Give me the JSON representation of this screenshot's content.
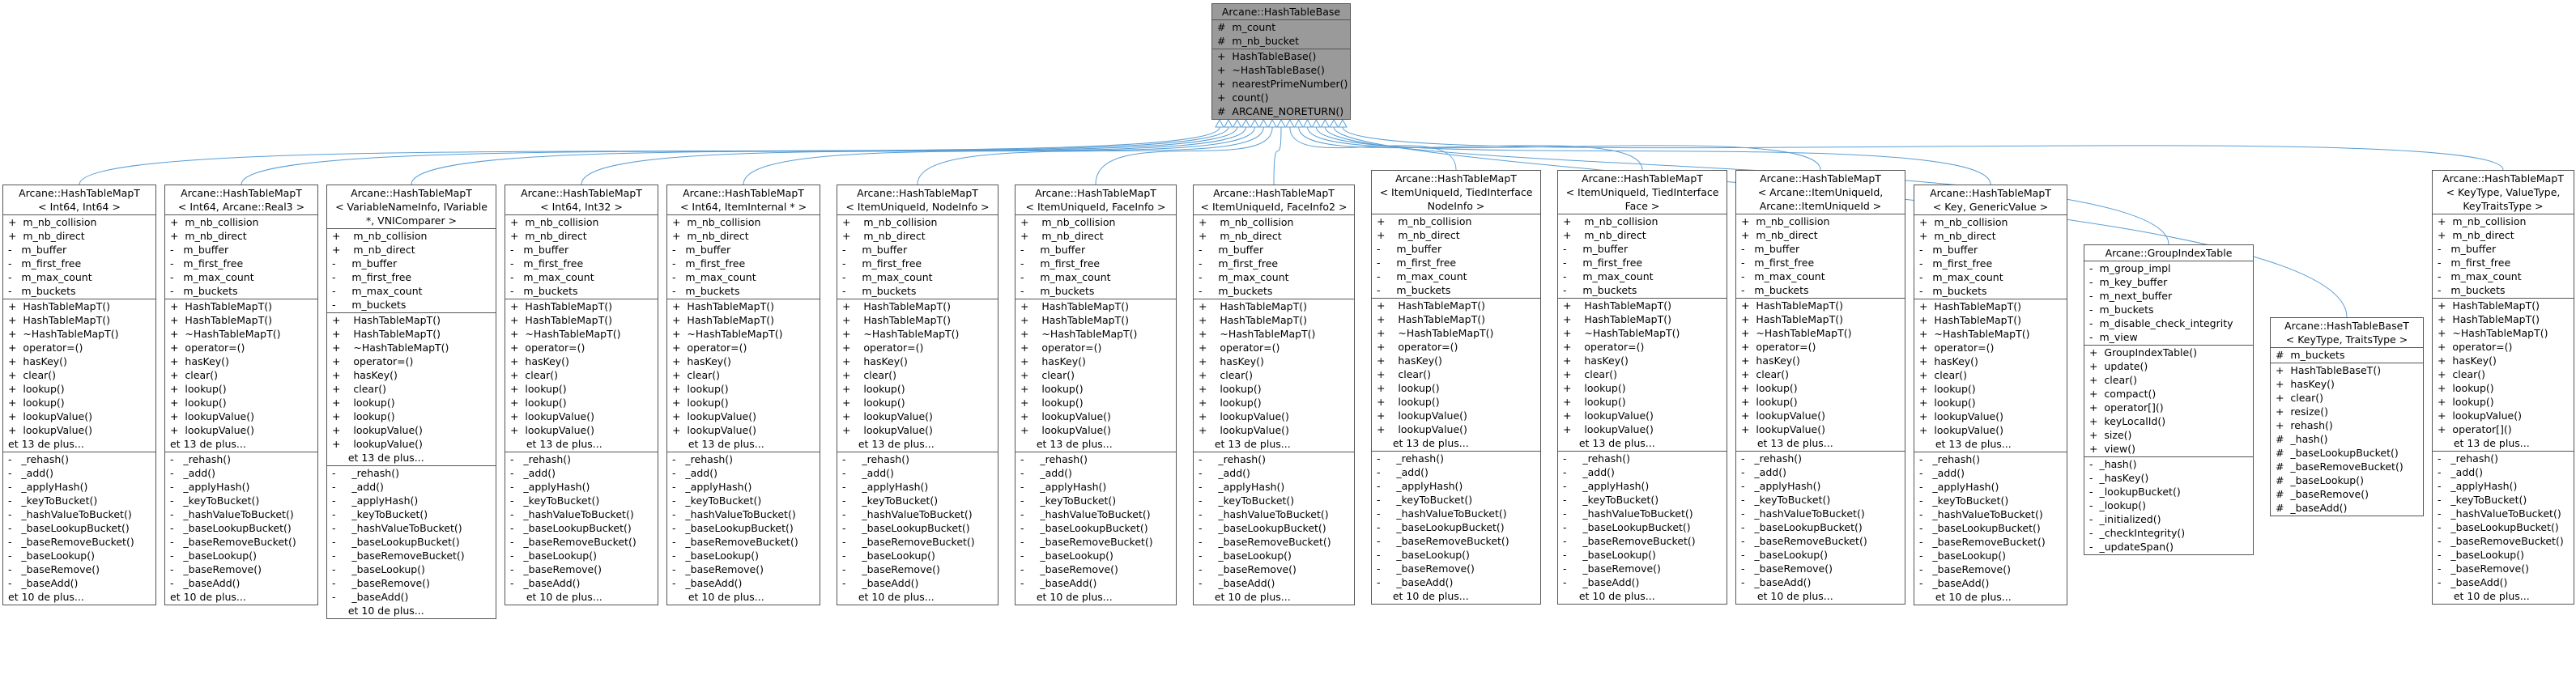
{
  "edge_color": "#5a9fd6",
  "base": {
    "title": [
      "Arcane::HashTableBase"
    ],
    "attributes": [
      "#  m_count",
      "#  m_nb_bucket"
    ],
    "methods": [
      "+  HashTableBase()",
      "+  ~HashTableBase()",
      "+  nearestPrimeNumber()",
      "+  count()",
      "#  ARCANE_NORETURN()"
    ]
  },
  "derived": [
    {
      "title": [
        "Arcane::HashTableMapT",
        "< Int64, Int64 >"
      ],
      "attributes": [
        "+  m_nb_collision",
        "+  m_nb_direct",
        "-   m_buffer",
        "-   m_first_free",
        "-   m_max_count",
        "-   m_buckets"
      ],
      "methods": [
        "+  HashTableMapT()",
        "+  HashTableMapT()",
        "+  ~HashTableMapT()",
        "+  operator=()",
        "+  hasKey()",
        "+  clear()",
        "+  lookup()",
        "+  lookup()",
        "+  lookupValue()",
        "+  lookupValue()"
      ],
      "methods_more": "et 13 de plus...",
      "private": [
        "-   _rehash()",
        "-   _add()",
        "-   _applyHash()",
        "-   _keyToBucket()",
        "-   _hashValueToBucket()",
        "-   _baseLookupBucket()",
        "-   _baseRemoveBucket()",
        "-   _baseLookup()",
        "-   _baseRemove()",
        "-   _baseAdd()"
      ],
      "private_more": "et 10 de plus..."
    },
    {
      "title": [
        "Arcane::HashTableMapT",
        "< Int64, Arcane::Real3 >"
      ],
      "attributes": [
        "+  m_nb_collision",
        "+  m_nb_direct",
        "-   m_buffer",
        "-   m_first_free",
        "-   m_max_count",
        "-   m_buckets"
      ],
      "methods": [
        "+  HashTableMapT()",
        "+  HashTableMapT()",
        "+  ~HashTableMapT()",
        "+  operator=()",
        "+  hasKey()",
        "+  clear()",
        "+  lookup()",
        "+  lookup()",
        "+  lookupValue()",
        "+  lookupValue()"
      ],
      "methods_more": "et 13 de plus...",
      "private": [
        "-   _rehash()",
        "-   _add()",
        "-   _applyHash()",
        "-   _keyToBucket()",
        "-   _hashValueToBucket()",
        "-   _baseLookupBucket()",
        "-   _baseRemoveBucket()",
        "-   _baseLookup()",
        "-   _baseRemove()",
        "-   _baseAdd()"
      ],
      "private_more": "et 10 de plus..."
    },
    {
      "title": [
        "Arcane::HashTableMapT",
        "< VariableNameInfo, IVariable",
        "*, VNIComparer >"
      ],
      "attributes": [
        "+    m_nb_collision",
        "+    m_nb_direct",
        "-     m_buffer",
        "-     m_first_free",
        "-     m_max_count",
        "-     m_buckets"
      ],
      "methods": [
        "+    HashTableMapT()",
        "+    HashTableMapT()",
        "+    ~HashTableMapT()",
        "+    operator=()",
        "+    hasKey()",
        "+    clear()",
        "+    lookup()",
        "+    lookup()",
        "+    lookupValue()",
        "+    lookupValue()"
      ],
      "methods_more": "     et 13 de plus...",
      "private": [
        "-     _rehash()",
        "-     _add()",
        "-     _applyHash()",
        "-     _keyToBucket()",
        "-     _hashValueToBucket()",
        "-     _baseLookupBucket()",
        "-     _baseRemoveBucket()",
        "-     _baseLookup()",
        "-     _baseRemove()",
        "-     _baseAdd()"
      ],
      "private_more": "     et 10 de plus..."
    },
    {
      "title": [
        "Arcane::HashTableMapT",
        "< Int64, Int32 >"
      ],
      "attributes": [
        "+  m_nb_collision",
        "+  m_nb_direct",
        "-   m_buffer",
        "-   m_first_free",
        "-   m_max_count",
        "-   m_buckets"
      ],
      "methods": [
        "+  HashTableMapT()",
        "+  HashTableMapT()",
        "+  ~HashTableMapT()",
        "+  operator=()",
        "+  hasKey()",
        "+  clear()",
        "+  lookup()",
        "+  lookup()",
        "+  lookupValue()",
        "+  lookupValue()"
      ],
      "methods_more": "     et 13 de plus...",
      "private": [
        "-   _rehash()",
        "-   _add()",
        "-   _applyHash()",
        "-   _keyToBucket()",
        "-   _hashValueToBucket()",
        "-   _baseLookupBucket()",
        "-   _baseRemoveBucket()",
        "-   _baseLookup()",
        "-   _baseRemove()",
        "-   _baseAdd()"
      ],
      "private_more": "     et 10 de plus..."
    },
    {
      "title": [
        "Arcane::HashTableMapT",
        "< Int64, ItemInternal * >"
      ],
      "attributes": [
        "+  m_nb_collision",
        "+  m_nb_direct",
        "-   m_buffer",
        "-   m_first_free",
        "-   m_max_count",
        "-   m_buckets"
      ],
      "methods": [
        "+  HashTableMapT()",
        "+  HashTableMapT()",
        "+  ~HashTableMapT()",
        "+  operator=()",
        "+  hasKey()",
        "+  clear()",
        "+  lookup()",
        "+  lookup()",
        "+  lookupValue()",
        "+  lookupValue()"
      ],
      "methods_more": "     et 13 de plus...",
      "private": [
        "-   _rehash()",
        "-   _add()",
        "-   _applyHash()",
        "-   _keyToBucket()",
        "-   _hashValueToBucket()",
        "-   _baseLookupBucket()",
        "-   _baseRemoveBucket()",
        "-   _baseLookup()",
        "-   _baseRemove()",
        "-   _baseAdd()"
      ],
      "private_more": "     et 10 de plus..."
    },
    {
      "title": [
        "Arcane::HashTableMapT",
        "< ItemUniqueId, NodeInfo >"
      ],
      "attributes": [
        "+    m_nb_collision",
        "+    m_nb_direct",
        "-     m_buffer",
        "-     m_first_free",
        "-     m_max_count",
        "-     m_buckets"
      ],
      "methods": [
        "+    HashTableMapT()",
        "+    HashTableMapT()",
        "+    ~HashTableMapT()",
        "+    operator=()",
        "+    hasKey()",
        "+    clear()",
        "+    lookup()",
        "+    lookup()",
        "+    lookupValue()",
        "+    lookupValue()"
      ],
      "methods_more": "     et 13 de plus...",
      "private": [
        "-     _rehash()",
        "-     _add()",
        "-     _applyHash()",
        "-     _keyToBucket()",
        "-     _hashValueToBucket()",
        "-     _baseLookupBucket()",
        "-     _baseRemoveBucket()",
        "-     _baseLookup()",
        "-     _baseRemove()",
        "-     _baseAdd()"
      ],
      "private_more": "     et 10 de plus..."
    },
    {
      "title": [
        "Arcane::HashTableMapT",
        "< ItemUniqueId, FaceInfo >"
      ],
      "attributes": [
        "+    m_nb_collision",
        "+    m_nb_direct",
        "-     m_buffer",
        "-     m_first_free",
        "-     m_max_count",
        "-     m_buckets"
      ],
      "methods": [
        "+    HashTableMapT()",
        "+    HashTableMapT()",
        "+    ~HashTableMapT()",
        "+    operator=()",
        "+    hasKey()",
        "+    clear()",
        "+    lookup()",
        "+    lookup()",
        "+    lookupValue()",
        "+    lookupValue()"
      ],
      "methods_more": "     et 13 de plus...",
      "private": [
        "-     _rehash()",
        "-     _add()",
        "-     _applyHash()",
        "-     _keyToBucket()",
        "-     _hashValueToBucket()",
        "-     _baseLookupBucket()",
        "-     _baseRemoveBucket()",
        "-     _baseLookup()",
        "-     _baseRemove()",
        "-     _baseAdd()"
      ],
      "private_more": "     et 10 de plus..."
    },
    {
      "title": [
        "Arcane::HashTableMapT",
        "< ItemUniqueId, FaceInfo2 >"
      ],
      "attributes": [
        "+    m_nb_collision",
        "+    m_nb_direct",
        "-     m_buffer",
        "-     m_first_free",
        "-     m_max_count",
        "-     m_buckets"
      ],
      "methods": [
        "+    HashTableMapT()",
        "+    HashTableMapT()",
        "+    ~HashTableMapT()",
        "+    operator=()",
        "+    hasKey()",
        "+    clear()",
        "+    lookup()",
        "+    lookup()",
        "+    lookupValue()",
        "+    lookupValue()"
      ],
      "methods_more": "     et 13 de plus...",
      "private": [
        "-     _rehash()",
        "-     _add()",
        "-     _applyHash()",
        "-     _keyToBucket()",
        "-     _hashValueToBucket()",
        "-     _baseLookupBucket()",
        "-     _baseRemoveBucket()",
        "-     _baseLookup()",
        "-     _baseRemove()",
        "-     _baseAdd()"
      ],
      "private_more": "     et 10 de plus..."
    },
    {
      "title": [
        "Arcane::HashTableMapT",
        "< ItemUniqueId, TiedInterface",
        "NodeInfo >"
      ],
      "attributes": [
        "+    m_nb_collision",
        "+    m_nb_direct",
        "-     m_buffer",
        "-     m_first_free",
        "-     m_max_count",
        "-     m_buckets"
      ],
      "methods": [
        "+    HashTableMapT()",
        "+    HashTableMapT()",
        "+    ~HashTableMapT()",
        "+    operator=()",
        "+    hasKey()",
        "+    clear()",
        "+    lookup()",
        "+    lookup()",
        "+    lookupValue()",
        "+    lookupValue()"
      ],
      "methods_more": "     et 13 de plus...",
      "private": [
        "-     _rehash()",
        "-     _add()",
        "-     _applyHash()",
        "-     _keyToBucket()",
        "-     _hashValueToBucket()",
        "-     _baseLookupBucket()",
        "-     _baseRemoveBucket()",
        "-     _baseLookup()",
        "-     _baseRemove()",
        "-     _baseAdd()"
      ],
      "private_more": "     et 10 de plus..."
    },
    {
      "title": [
        "Arcane::HashTableMapT",
        "< ItemUniqueId, TiedInterface",
        "Face >"
      ],
      "attributes": [
        "+    m_nb_collision",
        "+    m_nb_direct",
        "-     m_buffer",
        "-     m_first_free",
        "-     m_max_count",
        "-     m_buckets"
      ],
      "methods": [
        "+    HashTableMapT()",
        "+    HashTableMapT()",
        "+    ~HashTableMapT()",
        "+    operator=()",
        "+    hasKey()",
        "+    clear()",
        "+    lookup()",
        "+    lookup()",
        "+    lookupValue()",
        "+    lookupValue()"
      ],
      "methods_more": "     et 13 de plus...",
      "private": [
        "-     _rehash()",
        "-     _add()",
        "-     _applyHash()",
        "-     _keyToBucket()",
        "-     _hashValueToBucket()",
        "-     _baseLookupBucket()",
        "-     _baseRemoveBucket()",
        "-     _baseLookup()",
        "-     _baseRemove()",
        "-     _baseAdd()"
      ],
      "private_more": "     et 10 de plus..."
    },
    {
      "title": [
        "Arcane::HashTableMapT",
        "< Arcane::ItemUniqueId,",
        "Arcane::ItemUniqueId >"
      ],
      "attributes": [
        "+  m_nb_collision",
        "+  m_nb_direct",
        "-   m_buffer",
        "-   m_first_free",
        "-   m_max_count",
        "-   m_buckets"
      ],
      "methods": [
        "+  HashTableMapT()",
        "+  HashTableMapT()",
        "+  ~HashTableMapT()",
        "+  operator=()",
        "+  hasKey()",
        "+  clear()",
        "+  lookup()",
        "+  lookup()",
        "+  lookupValue()",
        "+  lookupValue()"
      ],
      "methods_more": "     et 13 de plus...",
      "private": [
        "-   _rehash()",
        "-   _add()",
        "-   _applyHash()",
        "-   _keyToBucket()",
        "-   _hashValueToBucket()",
        "-   _baseLookupBucket()",
        "-   _baseRemoveBucket()",
        "-   _baseLookup()",
        "-   _baseRemove()",
        "-   _baseAdd()"
      ],
      "private_more": "     et 10 de plus..."
    },
    {
      "title": [
        "Arcane::HashTableMapT",
        "< Key, GenericValue >"
      ],
      "attributes": [
        "+  m_nb_collision",
        "+  m_nb_direct",
        "-   m_buffer",
        "-   m_first_free",
        "-   m_max_count",
        "-   m_buckets"
      ],
      "methods": [
        "+  HashTableMapT()",
        "+  HashTableMapT()",
        "+  ~HashTableMapT()",
        "+  operator=()",
        "+  hasKey()",
        "+  clear()",
        "+  lookup()",
        "+  lookup()",
        "+  lookupValue()",
        "+  lookupValue()"
      ],
      "methods_more": "     et 13 de plus...",
      "private": [
        "-   _rehash()",
        "-   _add()",
        "-   _applyHash()",
        "-   _keyToBucket()",
        "-   _hashValueToBucket()",
        "-   _baseLookupBucket()",
        "-   _baseRemoveBucket()",
        "-   _baseLookup()",
        "-   _baseRemove()",
        "-   _baseAdd()"
      ],
      "private_more": "     et 10 de plus..."
    },
    {
      "title": [
        "Arcane::GroupIndexTable"
      ],
      "attributes": [
        "-  m_group_impl",
        "-  m_key_buffer",
        "-  m_next_buffer",
        "-  m_buckets",
        "-  m_disable_check_integrity",
        "-  m_view"
      ],
      "methods": [
        "+  GroupIndexTable()",
        "+  update()",
        "+  clear()",
        "+  compact()",
        "+  operator[]()",
        "+  keyLocalId()",
        "+  size()",
        "+  view()"
      ],
      "methods_more": "",
      "private": [
        "-  _hash()",
        "-  _hasKey()",
        "-  _lookupBucket()",
        "-  _lookup()",
        "-  _initialized()",
        "-  _checkIntegrity()",
        "-  _updateSpan()"
      ],
      "private_more": ""
    },
    {
      "title": [
        "Arcane::HashTableBaseT",
        "< KeyType, TraitsType >"
      ],
      "attributes": [
        "#  m_buckets"
      ],
      "methods": [
        "+  HashTableBaseT()",
        "+  hasKey()",
        "+  clear()",
        "+  resize()",
        "+  rehash()",
        "#  _hash()",
        "#  _baseLookupBucket()",
        "#  _baseRemoveBucket()",
        "#  _baseLookup()",
        "#  _baseRemove()",
        "#  _baseAdd()"
      ],
      "methods_more": "",
      "private": [],
      "private_more": ""
    },
    {
      "title": [
        "Arcane::HashTableMapT",
        "< KeyType, ValueType,",
        "KeyTraitsType >"
      ],
      "attributes": [
        "+  m_nb_collision",
        "+  m_nb_direct",
        "-   m_buffer",
        "-   m_first_free",
        "-   m_max_count",
        "-   m_buckets"
      ],
      "methods": [
        "+  HashTableMapT()",
        "+  HashTableMapT()",
        "+  ~HashTableMapT()",
        "+  operator=()",
        "+  hasKey()",
        "+  clear()",
        "+  lookup()",
        "+  lookup()",
        "+  lookupValue()",
        "+  operator[]()"
      ],
      "methods_more": "     et 13 de plus...",
      "private": [
        "-   _rehash()",
        "-   _add()",
        "-   _applyHash()",
        "-   _keyToBucket()",
        "-   _hashValueToBucket()",
        "-   _baseLookupBucket()",
        "-   _baseRemoveBucket()",
        "-   _baseLookup()",
        "-   _baseRemove()",
        "-   _baseAdd()"
      ],
      "private_more": "     et 10 de plus..."
    }
  ]
}
